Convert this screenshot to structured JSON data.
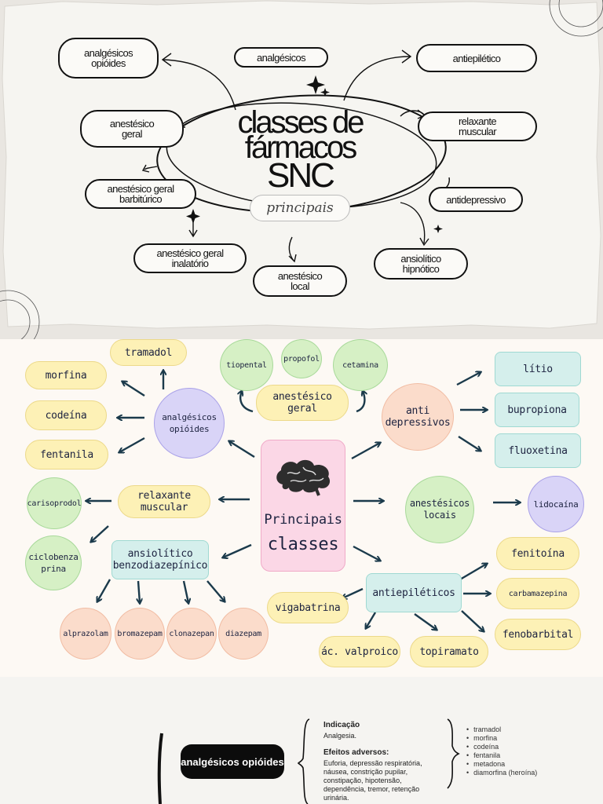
{
  "section1": {
    "title_lines": [
      "classes de",
      "fármacos",
      "SNC"
    ],
    "subtitle": "principais",
    "nodes": {
      "analgesicos_opioides": [
        "analgésicos",
        "opióides"
      ],
      "analgesicos": [
        "analgésicos"
      ],
      "antiepiletico": [
        "antiepilético"
      ],
      "anestesico_geral": [
        "anestésico",
        "geral"
      ],
      "relaxante_muscular": [
        "relaxante",
        "muscular"
      ],
      "anestesico_geral_barbiturico": [
        "anestésico geral",
        "barbitúrico"
      ],
      "antidepressivo": [
        "antidepressivo"
      ],
      "anestesico_geral_inalatorio": [
        "anestésico geral",
        "inalatório"
      ],
      "anestesico_local": [
        "anestésico",
        "local"
      ],
      "ansiolitico_hipnotico": [
        "ansiolítico",
        "hipnótico"
      ]
    }
  },
  "section2": {
    "center": {
      "line1": "Principais",
      "line2": "classes"
    },
    "analgesicos_opioides": {
      "label": "analgésicos opióides",
      "drugs": [
        "tramadol",
        "morfina",
        "codeína",
        "fentanila"
      ]
    },
    "anestesico_geral": {
      "label": "anestésico geral",
      "drugs": [
        "tiopental",
        "propofol",
        "cetamina"
      ]
    },
    "antidepressivos": {
      "label": "anti depressivos",
      "drugs": [
        "lítio",
        "bupropiona",
        "fluoxetina"
      ]
    },
    "relaxante_muscular": {
      "label": "relaxante muscular",
      "drugs": [
        "carisoprodol",
        "ciclobenza prina"
      ]
    },
    "anestesicos_locais": {
      "label": "anestésicos locais",
      "drugs": [
        "lidocaína"
      ]
    },
    "ansiolitico": {
      "label": "ansiolítico benzodiazepínico",
      "drugs": [
        "alprazolam",
        "bromazepam",
        "clonazepan",
        "diazepam"
      ]
    },
    "antiepileticos": {
      "label": "antiepiléticos",
      "drugs": [
        "fenitoína",
        "carbamazepina",
        "fenobarbital",
        "vigabatrina",
        "ác. valproico",
        "topiramato"
      ]
    }
  },
  "section3": {
    "title": "analgésicos opióides",
    "indicacao_label": "Indicação",
    "indicacao_text": "Analgesia.",
    "efeitos_label": "Efeitos adversos:",
    "efeitos_text": "Euforia, depressão respiratória, náusea, constrição pupilar, constipação, hipotensão, dependência, tremor, retenção urinária.",
    "drugs": [
      "tramadol",
      "morfina",
      "codeína",
      "fentanila",
      "metadona",
      "diamorfina (heroína)"
    ]
  },
  "colors": {
    "yellow": "#fdf1b6",
    "green": "#d6f0c5",
    "purple": "#d9d4f7",
    "orange": "#fbdccb",
    "teal": "#d5efec",
    "pink": "#fbd7e6",
    "arrow": "#1b3a4b"
  }
}
